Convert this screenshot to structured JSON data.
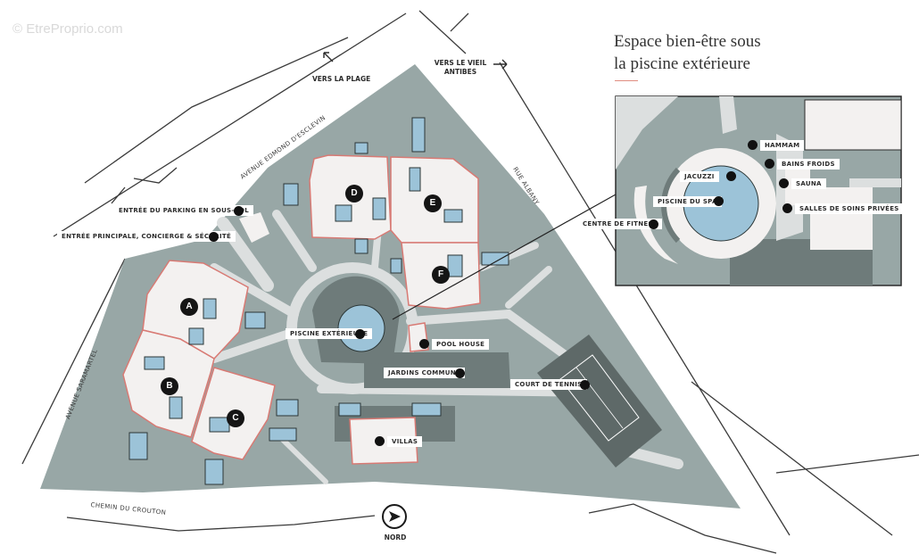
{
  "watermark": "© EtreProprio.com",
  "inset": {
    "title_line1": "Espace bien-être sous",
    "title_line2": "la piscine extérieure",
    "labels": {
      "hammam": "HAMMAM",
      "bains_froids": "BAINS FROIDS",
      "jacuzzi": "JACUZZI",
      "sauna": "SAUNA",
      "piscine_spa": "PISCINE DU SPA",
      "salles_soins": "SALLES DE SOINS PRIVÉES",
      "centre_fitness": "CENTRE DE FITNESS"
    }
  },
  "labels": {
    "parking": "ENTRÉE DU PARKING EN SOUS-SOL",
    "entree": "ENTRÉE PRINCIPALE, CONCIERGE & SÉCURITÉ",
    "piscine": "PISCINE EXTÉRIEURE",
    "pool_house": "POOL HOUSE",
    "jardins": "JARDINS COMMUNS",
    "tennis": "COURT DE TENNIS",
    "villas": "VILLAS"
  },
  "buildings": {
    "a": "A",
    "b": "B",
    "c": "C",
    "d": "D",
    "e": "E",
    "f": "F"
  },
  "streets": {
    "edmond": "AVENUE EDMOND D'ESCLEVIN",
    "albany": "RUE ALBANY",
    "saramartel": "AVENUE SARAMARTEL",
    "crouton": "CHEMIN DU CROUTON"
  },
  "directions": {
    "plage": "VERS LA PLAGE",
    "antibes_line1": "VERS LE VIEIL",
    "antibes_line2": "ANTIBES",
    "nord": "NORD"
  },
  "colors": {
    "ground": "#98a7a6",
    "dark_ground": "#6e7b7a",
    "path": "#dcdfdf",
    "building": "#f3f1f0",
    "building_outline": "#d87a74",
    "water": "#9cc3d8",
    "road_line": "#3a3a3a"
  }
}
